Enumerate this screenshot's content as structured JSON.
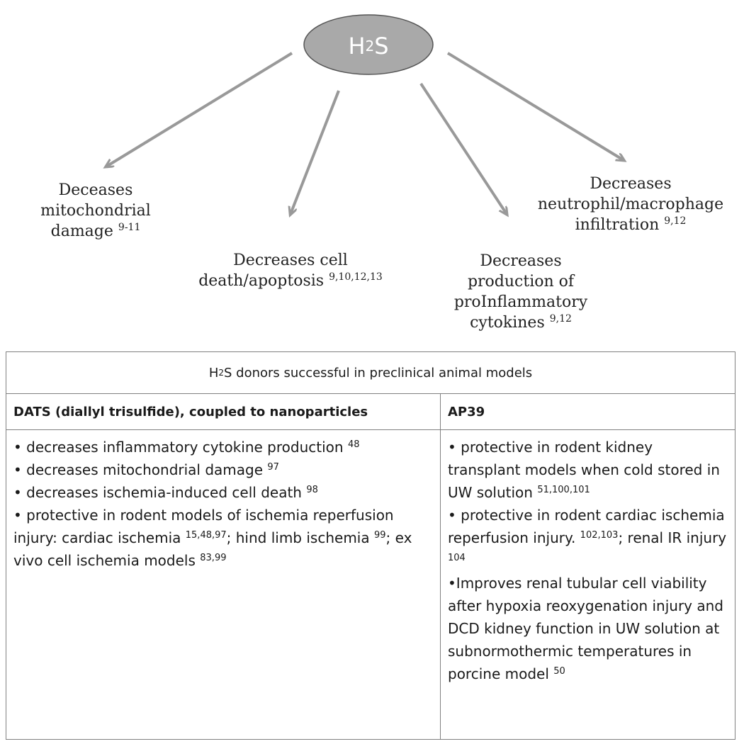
{
  "hub": {
    "label": "H",
    "sub": "2",
    "label_end": "S"
  },
  "effects": [
    {
      "lines": [
        "Deceases",
        "mitochondrial",
        "damage"
      ],
      "refs": "9-11"
    },
    {
      "lines": [
        "Decreases cell",
        "death/apoptosis"
      ],
      "refs": "9,10,12,13"
    },
    {
      "lines": [
        "Decreases",
        "production of",
        "proInflammatory",
        "cytokines"
      ],
      "refs": "9,12"
    },
    {
      "lines": [
        "Decreases",
        "neutrophil/macrophage",
        "infiltration"
      ],
      "refs": "9,12"
    }
  ],
  "table": {
    "title_pre": "H",
    "title_sub": "2",
    "title_post": "S donors successful in preclinical animal models",
    "col1_header": "DATS (diallyl trisulfide), coupled to nanoparticles",
    "col2_header": "AP39",
    "col1_items": [
      {
        "segments": [
          {
            "t": "• decreases inflammatory cytokine production "
          },
          {
            "t": "48",
            "sup": true
          }
        ]
      },
      {
        "segments": [
          {
            "t": "• decreases mitochondrial damage "
          },
          {
            "t": "97",
            "sup": true
          }
        ]
      },
      {
        "segments": [
          {
            "t": "• decreases ischemia-induced cell death "
          },
          {
            "t": "98",
            "sup": true
          }
        ]
      },
      {
        "segments": [
          {
            "t": "• protective in rodent models of ischemia reperfusion injury: cardiac ischemia "
          },
          {
            "t": "15,48,97",
            "sup": true
          },
          {
            "t": "; hind limb ischemia "
          },
          {
            "t": "99",
            "sup": true
          },
          {
            "t": "; ex vivo cell ischemia models "
          },
          {
            "t": "83,99",
            "sup": true
          }
        ]
      }
    ],
    "col2_items": [
      {
        "segments": [
          {
            "t": "• protective in rodent kidney transplant models when cold stored in UW solution "
          },
          {
            "t": "51,100,101",
            "sup": true
          }
        ]
      },
      {
        "segments": [
          {
            "t": "• protective in rodent cardiac ischemia reperfusion injury. "
          },
          {
            "t": "102,103",
            "sup": true
          },
          {
            "t": "; renal IR injury "
          },
          {
            "t": "104",
            "sup": true
          }
        ]
      },
      {
        "segments": [
          {
            "t": "•Improves renal tubular cell viability after hypoxia reoxygenation injury and DCD kidney function in UW solution at subnormothermic temperatures in porcine model "
          },
          {
            "t": "50",
            "sup": true
          }
        ]
      }
    ]
  },
  "colors": {
    "hub_fill": "#a9a9a9",
    "arrow": "#999999",
    "border": "#808080"
  }
}
